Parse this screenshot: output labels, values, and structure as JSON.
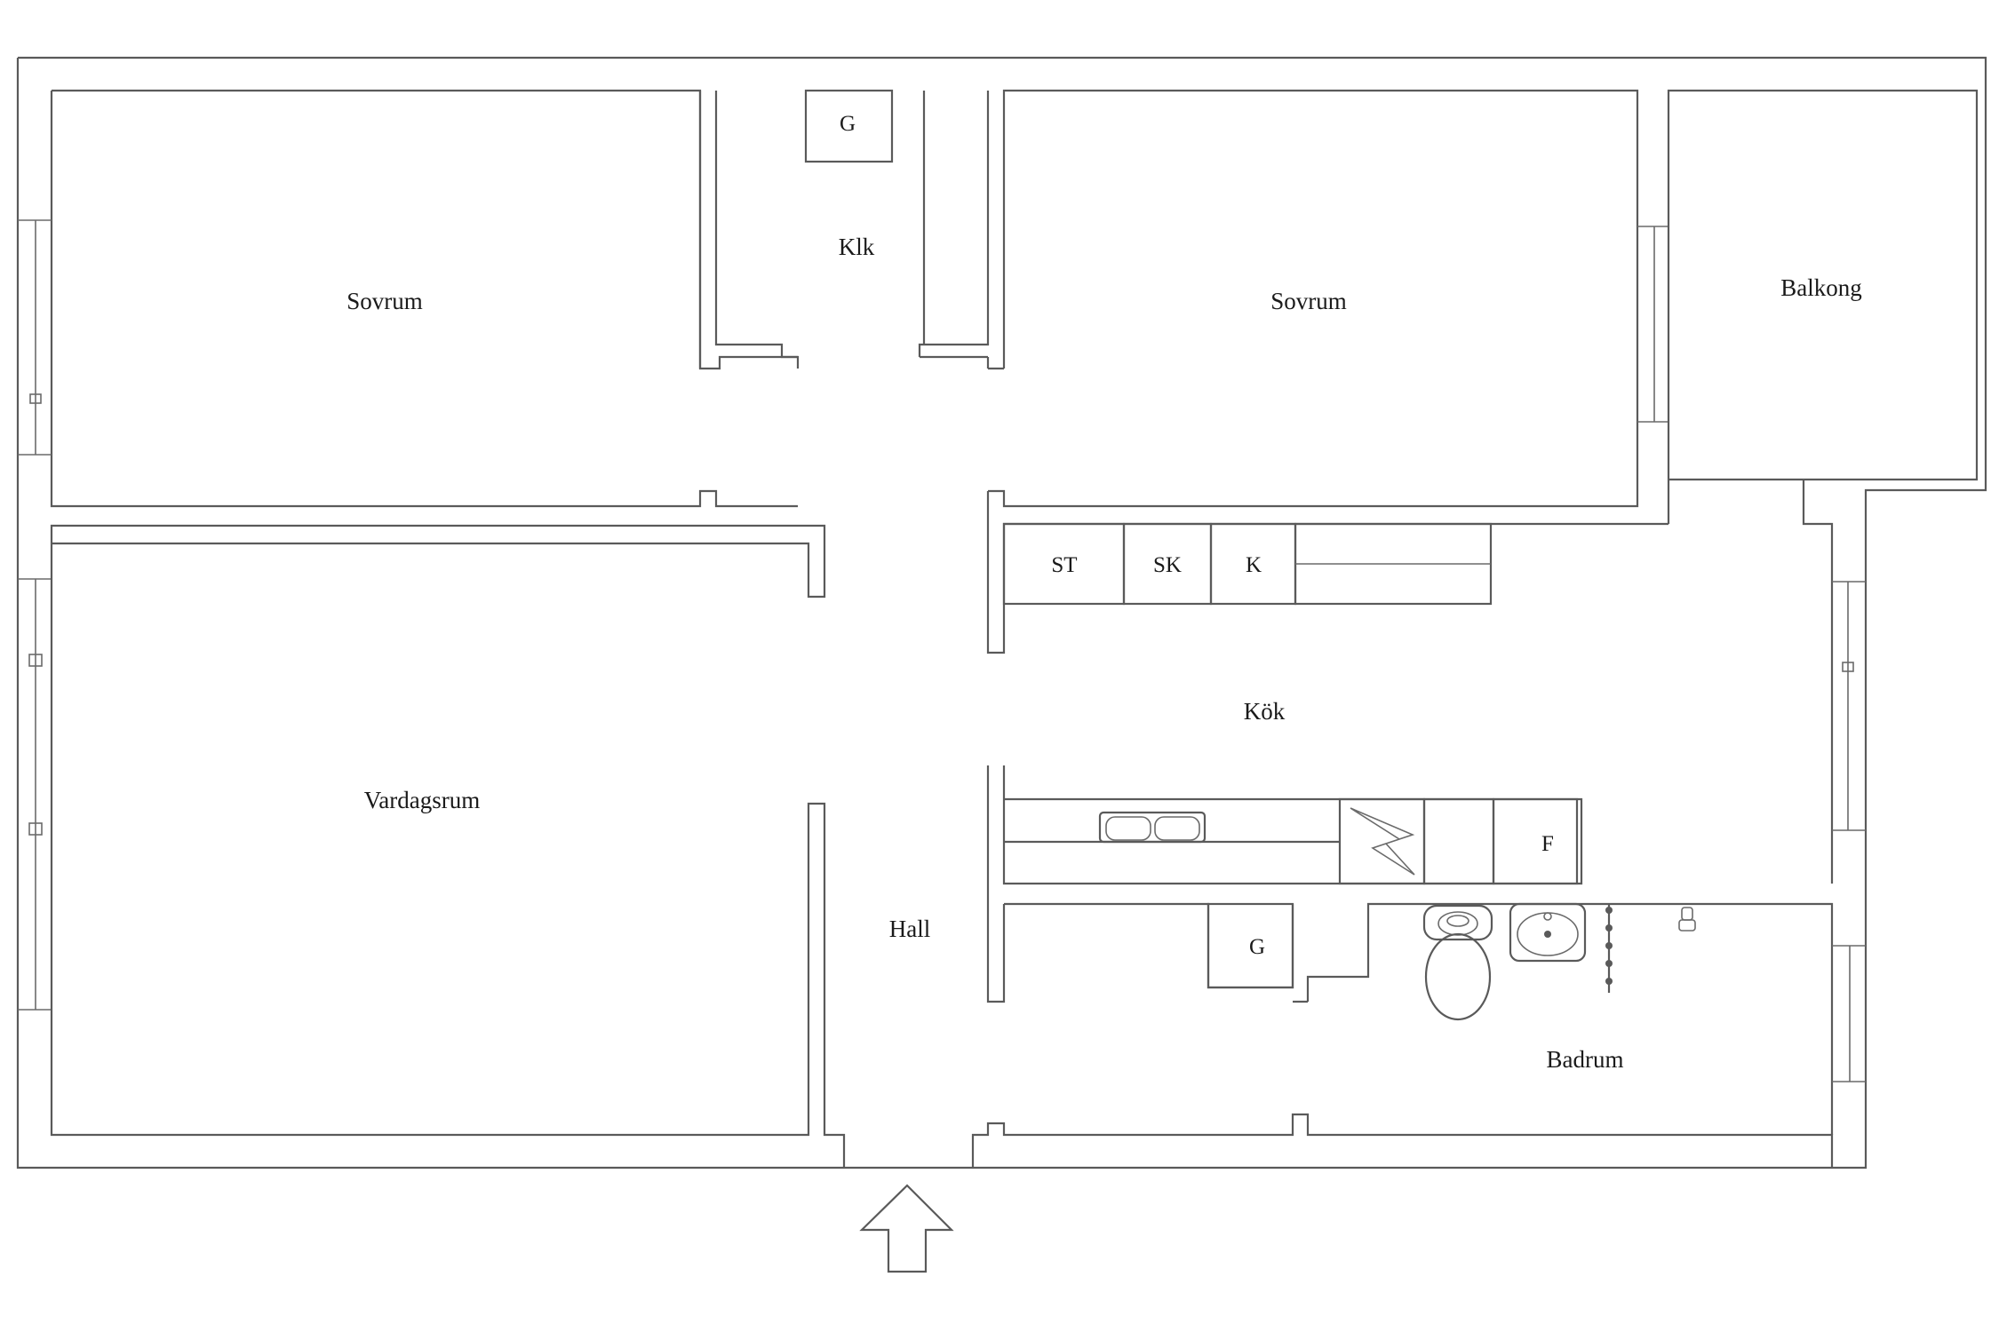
{
  "rooms": {
    "sovrum_left": "Sovrum",
    "closet": "Klk",
    "closet_wardrobe": "G",
    "sovrum_right": "Sovrum",
    "balcony": "Balkong",
    "living_room": "Vardagsrum",
    "kitchen": "Kök",
    "hall": "Hall",
    "bathroom": "Badrum"
  },
  "fixtures": {
    "storage_cabinet": "ST",
    "shoe_cabinet": "SK",
    "fridge": "K",
    "freezer": "F",
    "hall_wardrobe": "G"
  },
  "icons": {
    "entrance": "arrow-up-icon",
    "stove": "stove-icon",
    "sink": "sink-icon",
    "toilet": "toilet-icon",
    "washbasin": "washbasin-icon",
    "towel_radiator": "towel-radiator-icon",
    "shower": "shower-icon"
  },
  "colors": {
    "wall": "#5a5a5a",
    "background": "#ffffff",
    "text": "#1a1a1a"
  }
}
